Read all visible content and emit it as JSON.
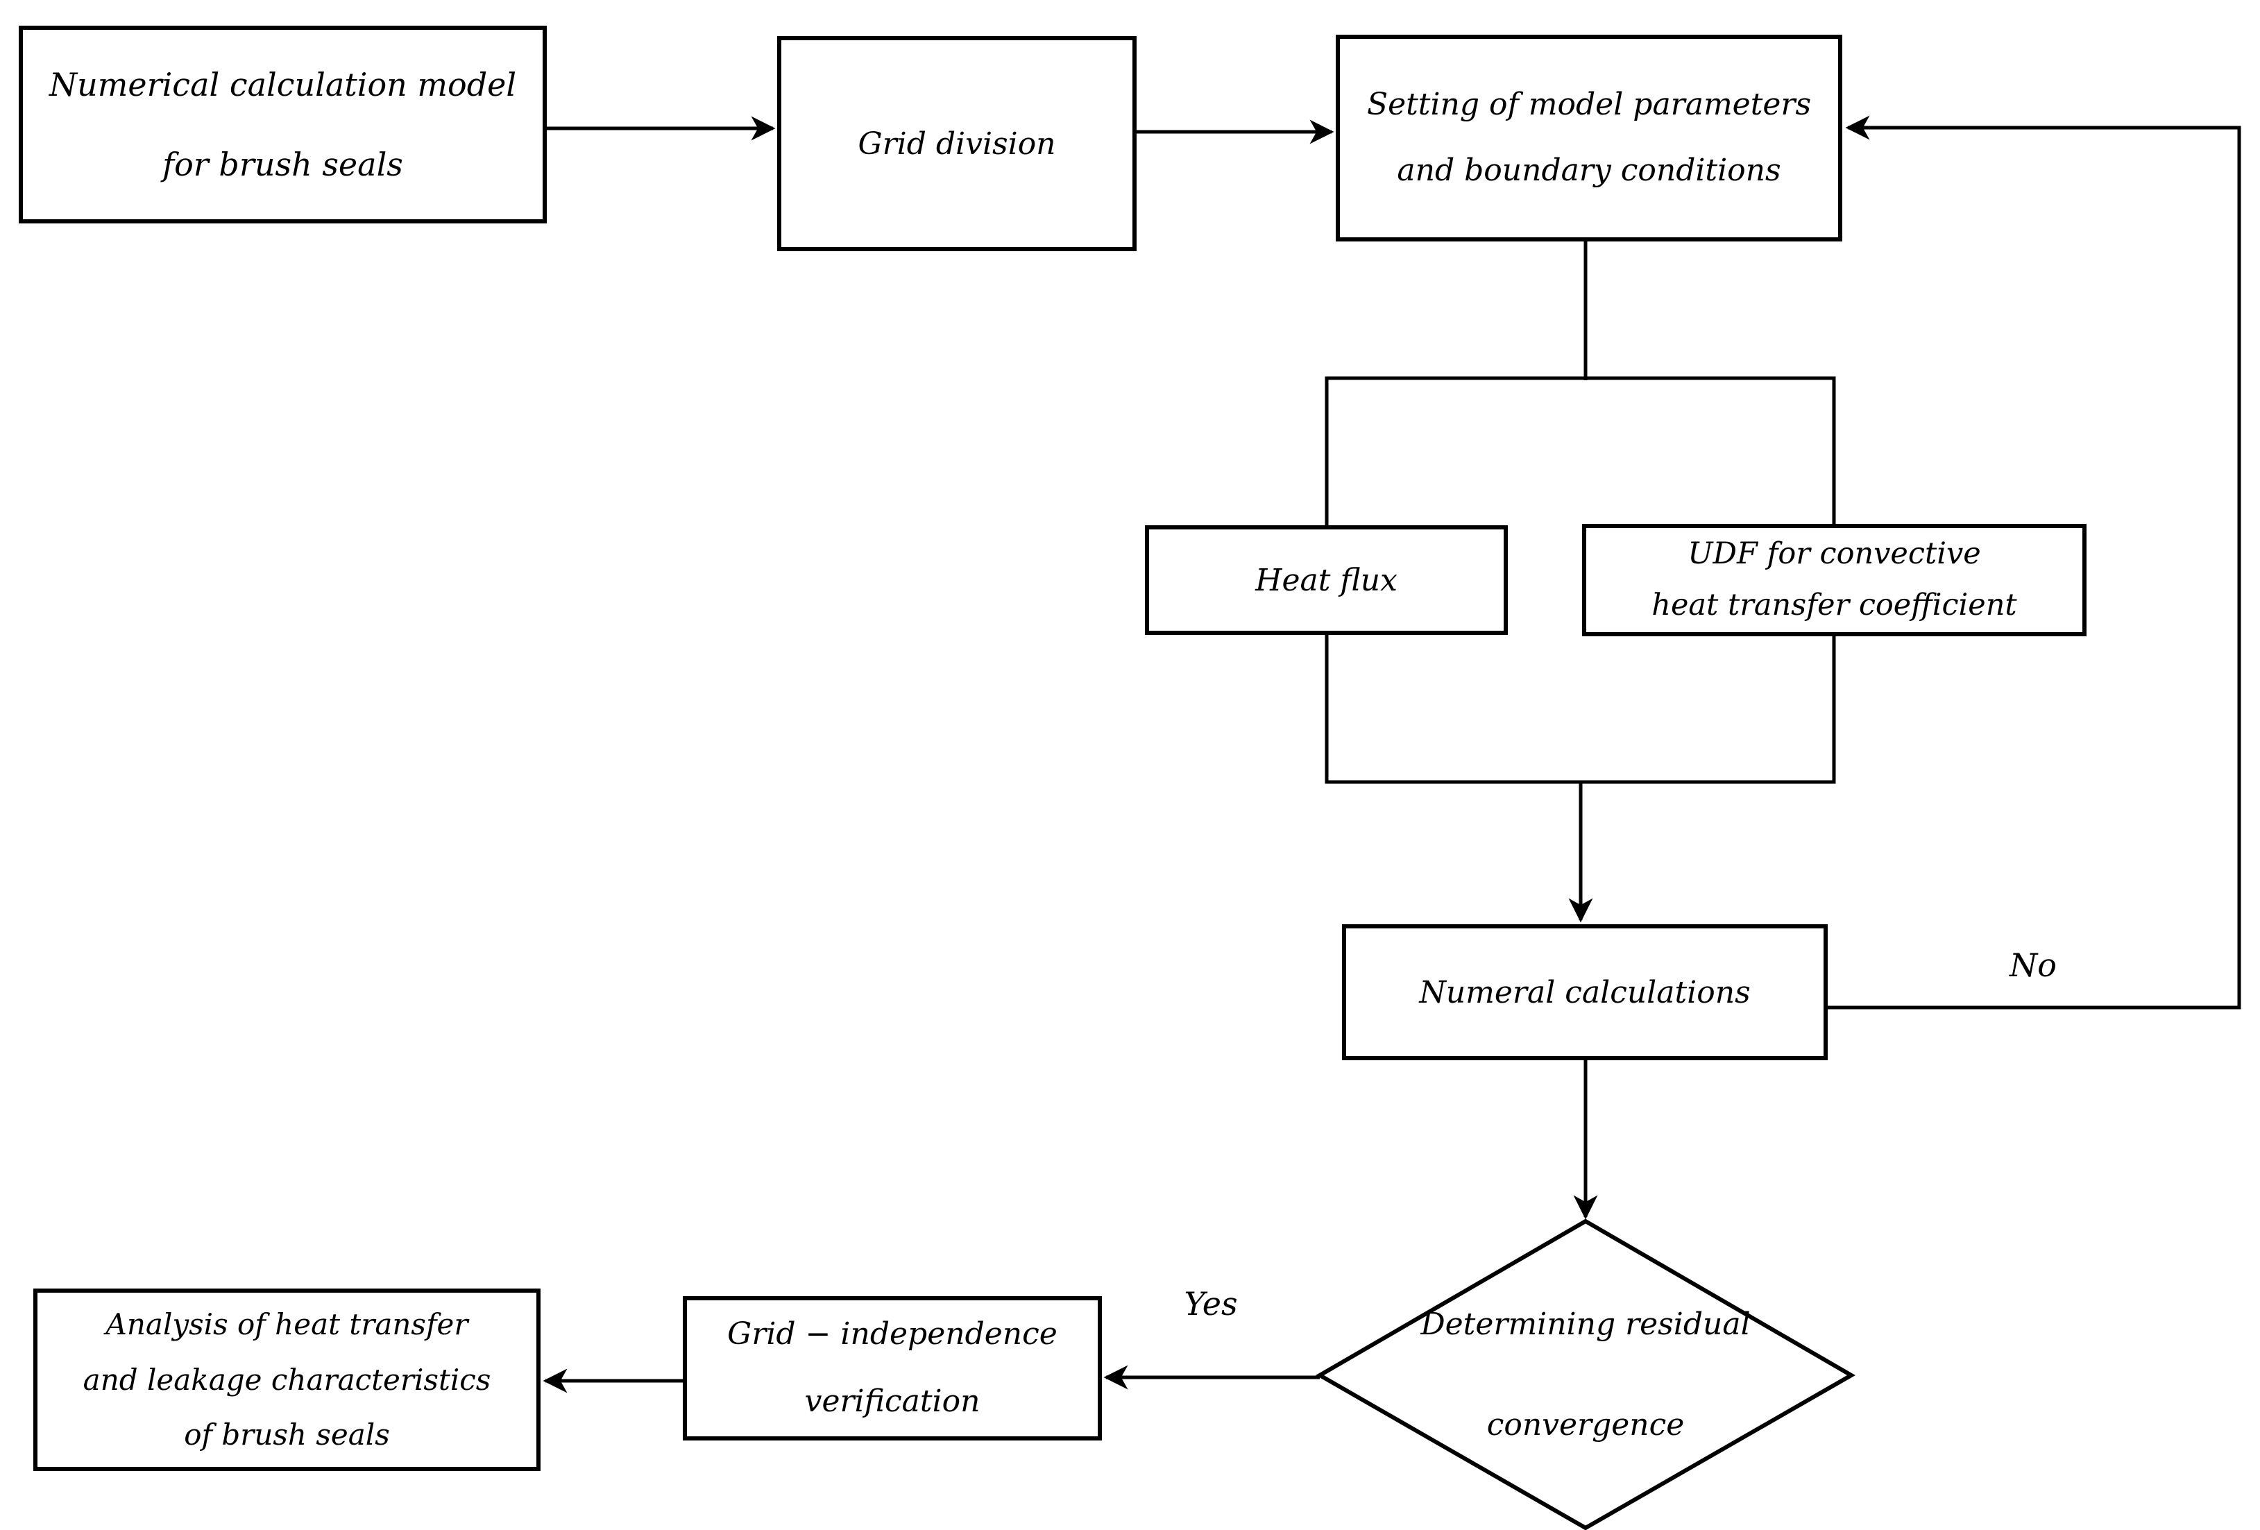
{
  "diagram": {
    "type": "flowchart",
    "nodes": {
      "model": {
        "shape": "rect",
        "label": "Numerical calculation model\nfor brush seals"
      },
      "grid": {
        "shape": "rect",
        "label": "Grid division"
      },
      "setting": {
        "shape": "rect",
        "label": "Setting of model parameters\nand boundary conditions"
      },
      "heat_flux": {
        "shape": "rect",
        "label": "Heat flux"
      },
      "udf": {
        "shape": "rect",
        "label": "UDF for convective\nheat transfer coefficient"
      },
      "numeral": {
        "shape": "rect",
        "label": "Numeral calculations"
      },
      "decision": {
        "shape": "diamond",
        "label": "Determining residual\nconvergence"
      },
      "grid_indep": {
        "shape": "rect",
        "label": "Grid − independence\nverification"
      },
      "analysis": {
        "shape": "rect",
        "label": "Analysis of heat transfer\nand leakage characteristics\nof brush seals"
      }
    },
    "edges": {
      "yes_label": "Yes",
      "no_label": "No",
      "list": [
        {
          "from": "model",
          "to": "grid",
          "label": ""
        },
        {
          "from": "grid",
          "to": "setting",
          "label": ""
        },
        {
          "from": "setting",
          "to": "heat_flux",
          "label": ""
        },
        {
          "from": "setting",
          "to": "udf",
          "label": ""
        },
        {
          "from": "heat_flux",
          "to": "numeral",
          "label": ""
        },
        {
          "from": "udf",
          "to": "numeral",
          "label": ""
        },
        {
          "from": "numeral",
          "to": "decision",
          "label": ""
        },
        {
          "from": "decision",
          "to": "grid_indep",
          "label": "Yes"
        },
        {
          "from": "grid_indep",
          "to": "analysis",
          "label": ""
        },
        {
          "from": "numeral",
          "to": "setting",
          "label": "No"
        }
      ]
    },
    "colors": {
      "stroke": "#000000",
      "fill": "#ffffff",
      "text": "#000000"
    }
  }
}
